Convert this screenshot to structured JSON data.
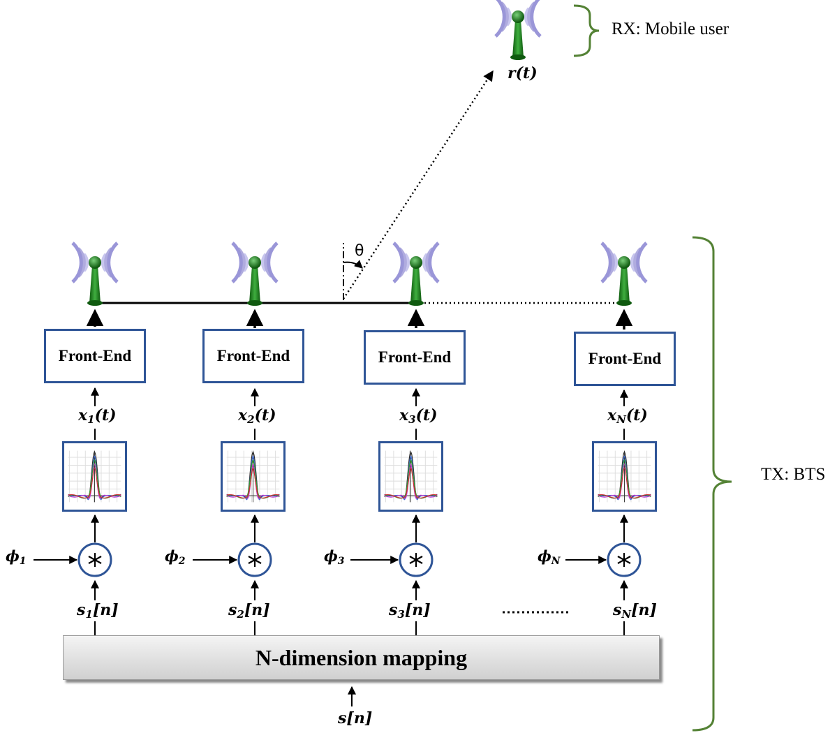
{
  "rx_label": "RX: Mobile user",
  "tx_label": "TX: BTS",
  "receiver_signal": {
    "base": "r",
    "arg": "t"
  },
  "angle_symbol": "θ",
  "mapping_label": "N-dimension mapping",
  "input_signal": {
    "base": "s",
    "arg": "n"
  },
  "ellipsis": "..........",
  "front_end_label": "Front-End",
  "branches": [
    {
      "sub": "1",
      "phi": "ϕ",
      "phi_sub": "1"
    },
    {
      "sub": "2",
      "phi": "ϕ",
      "phi_sub": "2"
    },
    {
      "sub": "3",
      "phi": "ϕ",
      "phi_sub": "3"
    },
    {
      "sub": "N",
      "phi": "ϕ",
      "phi_sub": "N"
    }
  ],
  "colors": {
    "box_border": "#2f5597",
    "brace": "#548235",
    "antenna": "#1e7d1e",
    "waves": "#9a96d8"
  },
  "icons": [
    "antenna-icon",
    "convolution-icon",
    "pulse-shape-icon"
  ]
}
